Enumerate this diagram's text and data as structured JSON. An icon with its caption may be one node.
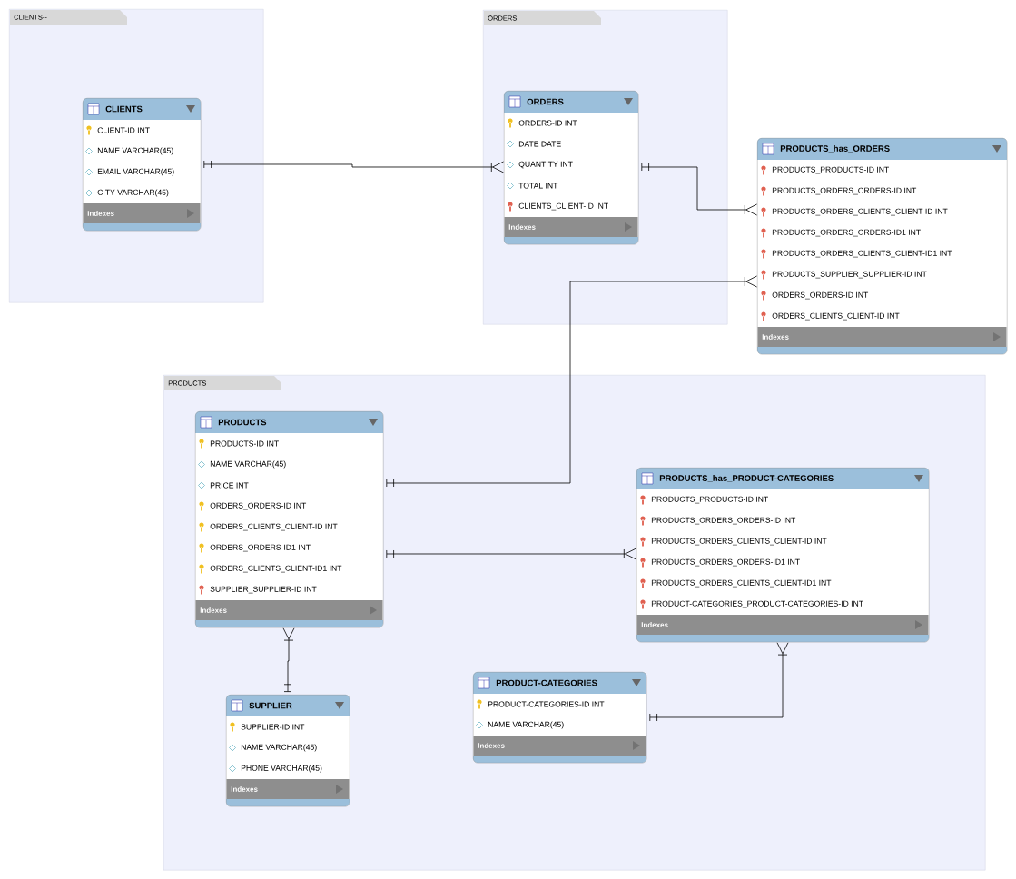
{
  "diagram": {
    "nodes": [
      {
        "text": [
          "CLIENTS--"
        ]
      },
      {
        "text": [
          "CLIENTS",
          "CLIENT-ID INT",
          "NAME VARCHAR(45)",
          "EMAIL VARCHAR(45)",
          "CITY VARCHAR(45)",
          "Indexes"
        ],
        "in": 0
      },
      {
        "text": [
          "ORDERS"
        ]
      },
      {
        "text": [
          "ORDERS",
          "ORDERS-ID INT",
          "DATE DATE",
          "QUANTITY INT",
          "TOTAL INT",
          "CLIENTS_CLIENT-ID INT",
          "Indexes"
        ],
        "in": 2
      },
      {
        "text": [
          "PRODUCTS_has_ORDERS",
          "PRODUCTS_PRODUCTS-ID INT",
          "PRODUCTS_ORDERS_ORDERS-ID INT",
          "PRODUCTS_ORDERS_CLIENTS_CLIENT-ID INT",
          "PRODUCTS_ORDERS_ORDERS-ID1 INT",
          "PRODUCTS_ORDERS_CLIENTS_CLIENT-ID1 INT",
          "PRODUCTS_SUPPLIER_SUPPLIER-ID INT",
          "ORDERS_ORDERS-ID INT",
          "ORDERS_CLIENTS_CLIENT-ID INT",
          "Indexes"
        ]
      },
      {
        "text": [
          "PRODUCTS"
        ]
      },
      {
        "text": [
          "PRODUCTS",
          "PRODUCTS-ID INT",
          "NAME VARCHAR(45)",
          "PRICE INT",
          "ORDERS_ORDERS-ID INT",
          "ORDERS_CLIENTS_CLIENT-ID INT",
          "ORDERS_ORDERS-ID1 INT",
          "ORDERS_CLIENTS_CLIENT-ID1 INT",
          "SUPPLIER_SUPPLIER-ID INT",
          "Indexes"
        ],
        "in": 5
      },
      {
        "text": [
          "PRODUCTS_has_PRODUCT-CATEGORIES",
          "PRODUCTS_PRODUCTS-ID INT",
          "PRODUCTS_ORDERS_ORDERS-ID INT",
          "PRODUCTS_ORDERS_CLIENTS_CLIENT-ID INT",
          "PRODUCTS_ORDERS_ORDERS-ID1 INT",
          "PRODUCTS_ORDERS_CLIENTS_CLIENT-ID1 INT",
          "PRODUCT-CATEGORIES_PRODUCT-CATEGORIES-ID INT",
          "Indexes"
        ],
        "in": 5
      },
      {
        "text": [
          "SUPPLIER",
          "SUPPLIER-ID INT",
          "NAME VARCHAR(45)",
          "PHONE VARCHAR(45)",
          "Indexes"
        ],
        "in": 5
      },
      {
        "text": [
          "PRODUCT-CATEGORIES",
          "PRODUCT-CATEGORIES-ID INT",
          "NAME VARCHAR(45)",
          "Indexes"
        ],
        "in": 5
      }
    ],
    "edges": [
      {
        "from": 1,
        "to": 3,
        "arrow": "other"
      },
      {
        "from": 3,
        "to": 4,
        "arrow": "other"
      },
      {
        "from": 6,
        "to": 4,
        "arrow": "other"
      },
      {
        "from": 6,
        "to": 7,
        "arrow": "other"
      },
      {
        "from": 8,
        "to": 6,
        "arrow": "other"
      },
      {
        "from": 9,
        "to": 7,
        "arrow": "other"
      }
    ]
  }
}
